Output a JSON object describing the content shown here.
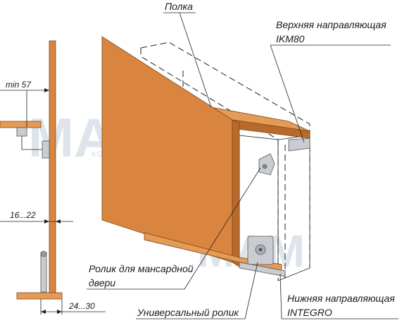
{
  "labels": {
    "shelf": "Полка",
    "top_guide_line1": "Верхняя направляющая",
    "top_guide_line2": "IKM80",
    "attic_roller_line1": "Ролик для мансардной",
    "attic_roller_line2": "двери",
    "universal_roller": "Универсальный ролик",
    "bottom_guide_line1": "Нижняя направляющая",
    "bottom_guide_line2": "INTEGRO"
  },
  "dimensions": {
    "min": "min 57",
    "panel": "16...22",
    "bottom": "24...30"
  },
  "watermark": {
    "brand": "MAM",
    "sub": "КОМПЛЕКТ"
  },
  "colors": {
    "wood": "#d9853f",
    "wood_light": "#e59a55",
    "wood_dark": "#b96a2a",
    "metal": "#c9cdd2",
    "watermark": "#9fb3c7"
  }
}
